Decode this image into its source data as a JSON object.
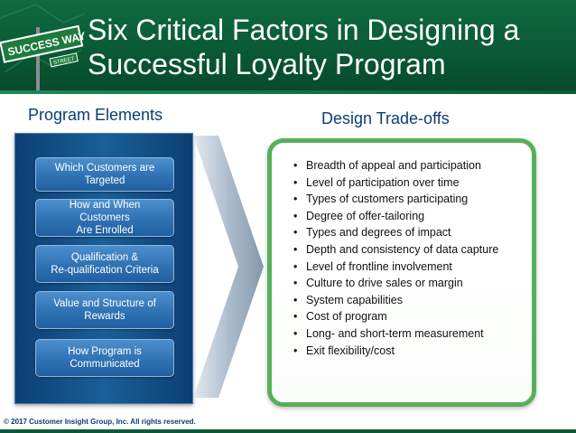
{
  "header": {
    "title_line1": "Six Critical Factors in Designing a",
    "title_line2": "Successful Loyalty Program",
    "sign_text": "SUCCESS WAY",
    "sign_small": "STREET"
  },
  "left": {
    "heading": "Program Elements",
    "items": [
      {
        "line1": "Which Customers are",
        "line2": "Targeted"
      },
      {
        "line1": "How and When Customers",
        "line2": "Are Enrolled"
      },
      {
        "line1": "Qualification &",
        "line2": "Re-qualification Criteria"
      },
      {
        "line1": "Value and Structure of",
        "line2": "Rewards"
      },
      {
        "line1": "How Program is",
        "line2": "Communicated"
      }
    ]
  },
  "right": {
    "heading": "Design Trade-offs",
    "items": [
      "Breadth of appeal and participation",
      "Level of participation over time",
      "Types of customers participating",
      "Degree of offer-tailoring",
      "Types and degrees of impact",
      "Depth and consistency of data capture",
      "Level of frontline involvement",
      "Culture to drive sales or margin",
      "System capabilities",
      "Cost of program",
      "Long- and short-term measurement",
      "Exit flexibility/cost"
    ]
  },
  "footer": {
    "copyright": "© 2017 Customer Insight Group, Inc. All rights reserved."
  },
  "colors": {
    "header_green": "#0a5a35",
    "heading_blue": "#0b3d73",
    "panel_blue": "#1a5f98",
    "button_blue": "#2f72b4",
    "border_green": "#56b05a"
  }
}
